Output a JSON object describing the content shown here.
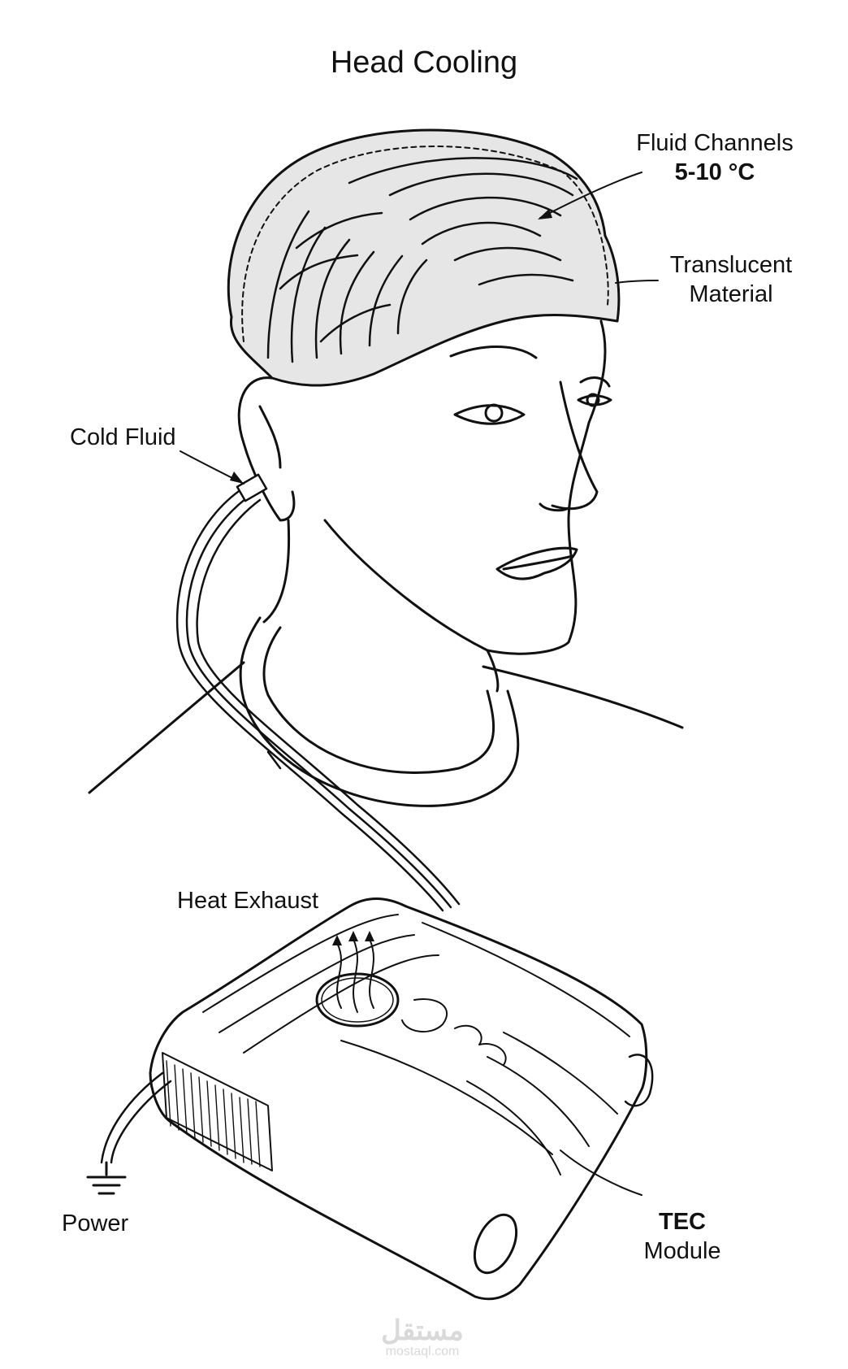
{
  "title": "Head Cooling",
  "labels": {
    "fluid_channels": "Fluid Channels",
    "fluid_temp": "5-10 °C",
    "translucent_1": "Translucent",
    "translucent_2": "Material",
    "cold_fluid": "Cold Fluid",
    "heat_exhaust": "Heat Exhaust",
    "tec_1": "TEC",
    "tec_2": "Module",
    "power": "Power"
  },
  "watermark": {
    "logo": "مستقل",
    "site": "mostaql.com"
  },
  "colors": {
    "line": "#111111",
    "cap_fill": "#e6e6e6",
    "watermark": "#d9d9d9"
  }
}
